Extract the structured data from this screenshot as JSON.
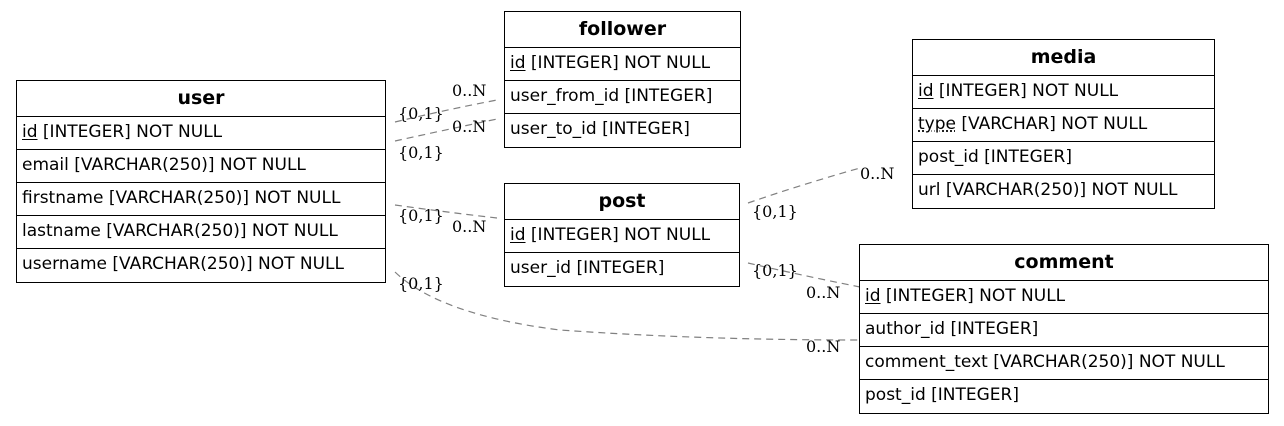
{
  "entities": {
    "user": {
      "title": "user",
      "rows": [
        {
          "pk": "id",
          "rest": " [INTEGER] NOT NULL"
        },
        {
          "text": "email [VARCHAR(250)] NOT NULL"
        },
        {
          "text": "firstname [VARCHAR(250)] NOT NULL"
        },
        {
          "text": "lastname [VARCHAR(250)] NOT NULL"
        },
        {
          "text": "username [VARCHAR(250)] NOT NULL"
        }
      ]
    },
    "follower": {
      "title": "follower",
      "rows": [
        {
          "pk": "id",
          "rest": " [INTEGER] NOT NULL"
        },
        {
          "text": "user_from_id [INTEGER]"
        },
        {
          "text": "user_to_id [INTEGER]"
        }
      ]
    },
    "post": {
      "title": "post",
      "rows": [
        {
          "pk": "id",
          "rest": " [INTEGER] NOT NULL"
        },
        {
          "text": "user_id [INTEGER]"
        }
      ]
    },
    "media": {
      "title": "media",
      "rows": [
        {
          "pk": "id",
          "rest": " [INTEGER] NOT NULL"
        },
        {
          "pk": "type",
          "rest": " [VARCHAR] NOT NULL"
        },
        {
          "text": "post_id [INTEGER]"
        },
        {
          "text": "url [VARCHAR(250)] NOT NULL"
        }
      ]
    },
    "comment": {
      "title": "comment",
      "rows": [
        {
          "pk": "id",
          "rest": " [INTEGER] NOT NULL"
        },
        {
          "text": "author_id [INTEGER]"
        },
        {
          "text": "comment_text [VARCHAR(250)] NOT NULL"
        },
        {
          "text": "post_id [INTEGER]"
        }
      ]
    }
  },
  "relationships": [
    {
      "from": "user",
      "to": "follower",
      "from_card": "{0,1}",
      "to_card": "0..N"
    },
    {
      "from": "user",
      "to": "follower",
      "from_card": "{0,1}",
      "to_card": "0..N"
    },
    {
      "from": "user",
      "to": "post",
      "from_card": "{0,1}",
      "to_card": "0..N"
    },
    {
      "from": "user",
      "to": "comment",
      "from_card": "{0,1}",
      "to_card": "0..N"
    },
    {
      "from": "post",
      "to": "media",
      "from_card": "{0,1}",
      "to_card": "0..N"
    },
    {
      "from": "post",
      "to": "comment",
      "from_card": "{0,1}",
      "to_card": "0..N"
    }
  ],
  "style": {
    "edge_color": "#808080",
    "border_color": "#000000"
  }
}
